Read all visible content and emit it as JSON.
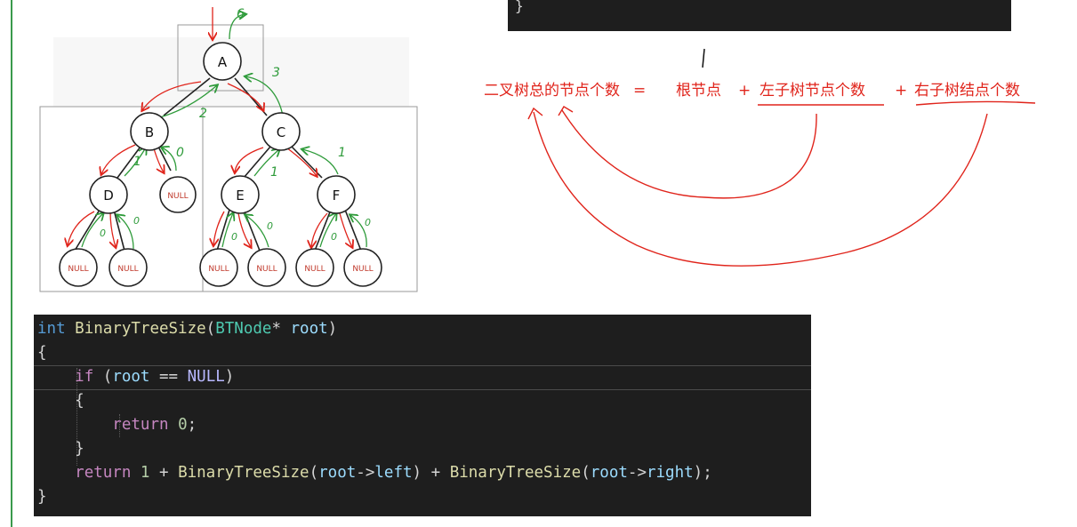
{
  "top_code": {
    "brace": "}"
  },
  "tree": {
    "nodes": {
      "A": "A",
      "B": "B",
      "C": "C",
      "D": "D",
      "E": "E",
      "F": "F",
      "null": "NULL"
    },
    "annotations": {
      "a_in": "6",
      "c_to_a": "3",
      "b_to_a": "2",
      "d_to_b": "1",
      "nb_to_b": "0",
      "e_to_c": "1",
      "f_to_c": "1",
      "d_l": "0",
      "d_r": "0",
      "e_l": "0",
      "e_r": "0",
      "f_l": "0",
      "f_r": "0"
    }
  },
  "formula": {
    "text": "二叉树总的节点个数 = 根节点 + 左子树节点个数 + 右子树结点个数",
    "parts": [
      "二叉树总的节点个数",
      "=",
      "根节点",
      "+",
      "左子树节点个数",
      "+",
      "右子树结点个数"
    ]
  },
  "code": {
    "line1": {
      "kw": "int",
      "fn": "BinaryTreeSize",
      "open": "(",
      "type": "BTNode",
      "ptr": "* ",
      "param": "root",
      "close": ")"
    },
    "line2": "{",
    "line3": {
      "kw": "if",
      "open": " (",
      "var": "root",
      "op": " == ",
      "mac": "NULL",
      "close": ")"
    },
    "line4": "{",
    "line5": {
      "kw": "return",
      "sp": " ",
      "num": "0",
      "end": ";"
    },
    "line6": "}",
    "line7": {
      "kw": "return",
      "sp": " ",
      "one": "1",
      "plus1": " + ",
      "fn1": "BinaryTreeSize",
      "o1": "(",
      "v1": "root",
      "a1": "->",
      "m1": "left",
      "c1": ")",
      "plus2": " + ",
      "fn2": "BinaryTreeSize",
      "o2": "(",
      "v2": "root",
      "a2": "->",
      "m2": "right",
      "c2": ");"
    },
    "line8": "}"
  },
  "colors": {
    "editor_bg": "#1e1e1e",
    "red_ink": "#e0241b",
    "green_ink": "#2e9b3a",
    "page_rule": "#3a9a4c"
  }
}
